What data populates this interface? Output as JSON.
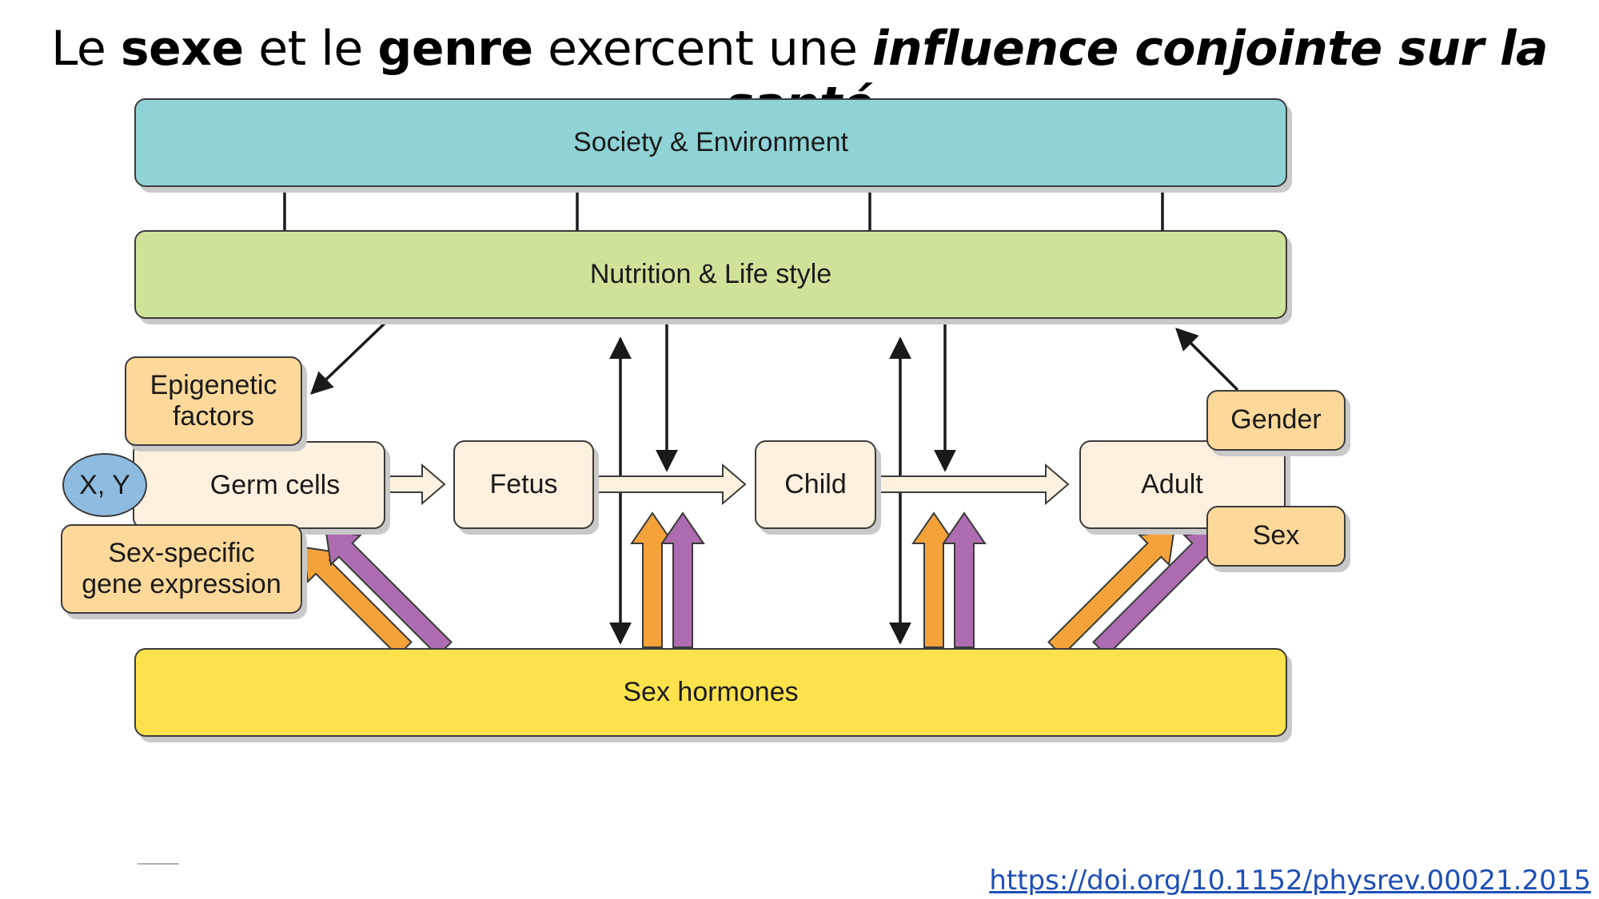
{
  "title": {
    "part1": "Le ",
    "part2": "sexe",
    "part3": " et le ",
    "part4": "genre",
    "part5": " exercent une ",
    "part6": "influence conjointe sur la santé"
  },
  "diagram": {
    "society": "Society & Environment",
    "nutrition": "Nutrition & Life style",
    "hormones": "Sex hormones",
    "epigenetic_line1": "Epigenetic",
    "epigenetic_line2": "factors",
    "xy": "X, Y",
    "germ_cells": "Germ cells",
    "sex_specific_line1": "Sex-specific",
    "sex_specific_line2": "gene expression",
    "fetus": "Fetus",
    "child": "Child",
    "adult": "Adult",
    "gender": "Gender",
    "sex": "Sex"
  },
  "colors": {
    "society": "#8fd3d6",
    "nutrition": "#cfe29a",
    "hormones": "#fde24d",
    "stage": "#fdf0de",
    "tag": "#fcd89a",
    "xy": "#8ebce0",
    "orange_arrow": "#f3a33a",
    "purple_arrow": "#ad6cb0"
  },
  "footer": {
    "doi": "https://doi.org/10.1152/physrev.00021.2015"
  }
}
